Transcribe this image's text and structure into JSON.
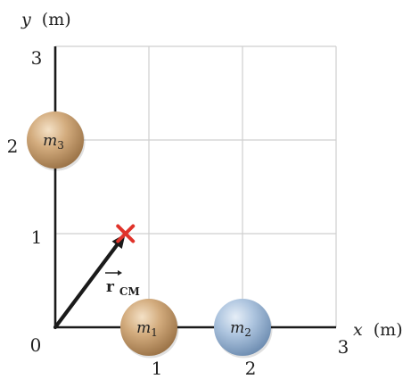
{
  "axes": {
    "x_title_var": "x",
    "x_title_unit": "(m)",
    "y_title_var": "y",
    "y_title_unit": "(m)",
    "origin_label": "0",
    "x_ticks": [
      "1",
      "2",
      "3"
    ],
    "y_ticks": [
      "1",
      "2",
      "3"
    ],
    "xlim": [
      0,
      3
    ],
    "ylim": [
      0,
      3
    ],
    "grid": true
  },
  "masses": [
    {
      "label_base": "m",
      "label_sub": "1",
      "x": 1,
      "y": 0,
      "color": "tan"
    },
    {
      "label_base": "m",
      "label_sub": "2",
      "x": 2,
      "y": 0,
      "color": "blue"
    },
    {
      "label_base": "m",
      "label_sub": "3",
      "x": 0,
      "y": 2,
      "color": "tan"
    }
  ],
  "center_of_mass": {
    "x": 0.75,
    "y": 1.0,
    "marker": "red-x"
  },
  "vector": {
    "label_base": "r",
    "label_sub": "CM"
  },
  "colors": {
    "tan": "#c9a274",
    "blue": "#a8c0da",
    "marker": "#e0332a",
    "grid": "#cfcfcf",
    "axis": "#1a1a1a"
  }
}
